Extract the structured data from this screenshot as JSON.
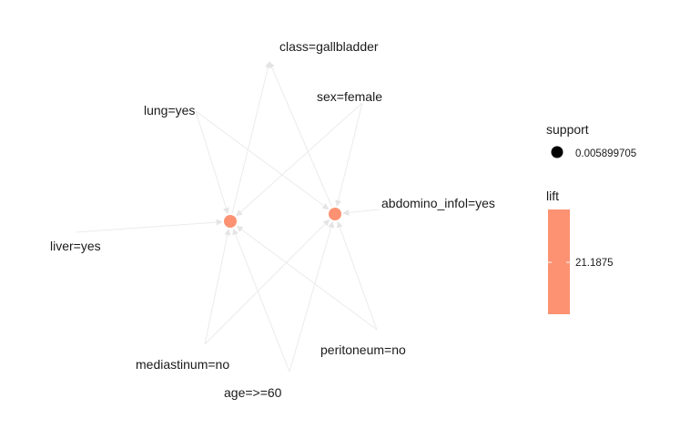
{
  "graph": {
    "items": [
      {
        "id": "class",
        "label": "class=gallbladder"
      },
      {
        "id": "sex",
        "label": "sex=female"
      },
      {
        "id": "lung",
        "label": "lung=yes"
      },
      {
        "id": "abdo",
        "label": "abdomino_infol=yes"
      },
      {
        "id": "liver",
        "label": "liver=yes"
      },
      {
        "id": "peri",
        "label": "peritoneum=no"
      },
      {
        "id": "medi",
        "label": "mediastinum=no"
      },
      {
        "id": "age",
        "label": "age=>=60"
      }
    ],
    "rules": [
      {
        "id": "rule1",
        "lhs": [
          "lung",
          "liver",
          "sex",
          "mediastinum_placeholder"
        ],
        "rhs": "class"
      },
      {
        "id": "rule2",
        "lhs": [
          "sex",
          "lung",
          "abdo",
          "peri",
          "medi"
        ],
        "rhs": "class"
      }
    ],
    "edges": [
      {
        "from": "lung",
        "to": "rule1"
      },
      {
        "from": "sex",
        "to": "rule1"
      },
      {
        "from": "liver",
        "to": "rule1"
      },
      {
        "from": "abdo",
        "to": "rule2"
      },
      {
        "from": "lung",
        "to": "rule2"
      },
      {
        "from": "sex",
        "to": "rule2"
      },
      {
        "from": "peri",
        "to": "rule1"
      },
      {
        "from": "peri",
        "to": "rule2"
      },
      {
        "from": "medi",
        "to": "rule1"
      },
      {
        "from": "medi",
        "to": "rule2"
      },
      {
        "from": "age",
        "to": "rule1"
      },
      {
        "from": "age",
        "to": "rule2"
      },
      {
        "from": "rule1",
        "to": "class"
      },
      {
        "from": "rule2",
        "to": "class"
      }
    ],
    "rule_color": "#fc9272",
    "edge_color": "#ebebeb"
  },
  "legend": {
    "support_title": "support",
    "support_value": "0.005899705",
    "lift_title": "lift",
    "lift_value": "21.1875",
    "lift_color": "#fc9272",
    "support_color": "#000000"
  }
}
